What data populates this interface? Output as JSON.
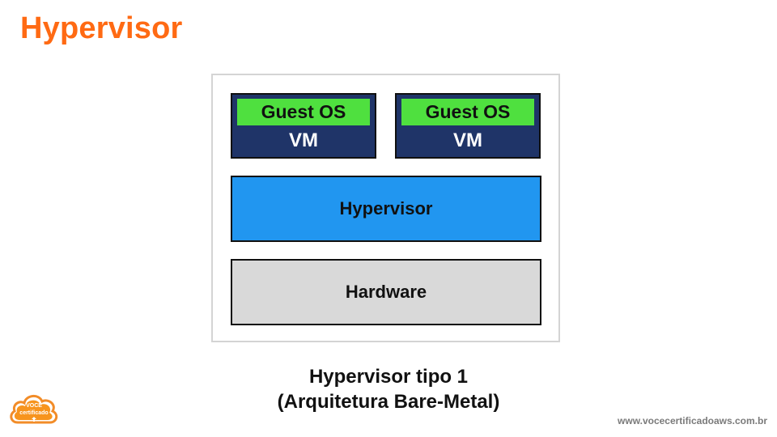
{
  "slide": {
    "title": "Hypervisor"
  },
  "diagram": {
    "vms": [
      {
        "guest_os_label": "Guest OS",
        "vm_label": "VM"
      },
      {
        "guest_os_label": "Guest OS",
        "vm_label": "VM"
      }
    ],
    "hypervisor_label": "Hypervisor",
    "hardware_label": "Hardware",
    "colors": {
      "vm": "#1f3468",
      "guest_os": "#4fe03f",
      "hypervisor": "#2196f0",
      "hardware": "#d9d9d9"
    }
  },
  "caption": {
    "line1": "Hypervisor tipo 1",
    "line2": "(Arquitetura Bare-Metal)"
  },
  "footer": {
    "logo_text_top": "VOCÊ",
    "logo_text_bottom": "certificado",
    "website": "www.vocecertificadoaws.com.br"
  }
}
